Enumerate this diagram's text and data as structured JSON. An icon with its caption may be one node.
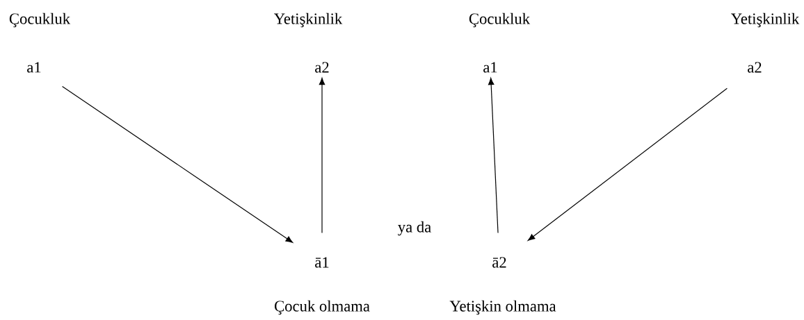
{
  "diagram": {
    "nodes": [
      {
        "text": [
          "a1"
        ]
      },
      {
        "text": [
          "a2"
        ]
      },
      {
        "text": [
          "ā1"
        ]
      },
      {
        "text": [
          "a1"
        ]
      },
      {
        "text": [
          "a2"
        ]
      },
      {
        "text": [
          "ā2"
        ]
      }
    ],
    "edges": [
      {
        "from": 0,
        "to": 2,
        "arrow": "to"
      },
      {
        "from": 2,
        "to": 1,
        "arrow": "to"
      },
      {
        "from": 5,
        "to": 3,
        "arrow": "to"
      },
      {
        "from": 4,
        "to": 5,
        "arrow": "to"
      }
    ],
    "labels": [
      "Çocukluk",
      "Yetişkinlik",
      "Çocukluk",
      "Yetişkinlik",
      "ya da",
      "Çocuk olmama",
      "Yetişkin olmama"
    ]
  }
}
